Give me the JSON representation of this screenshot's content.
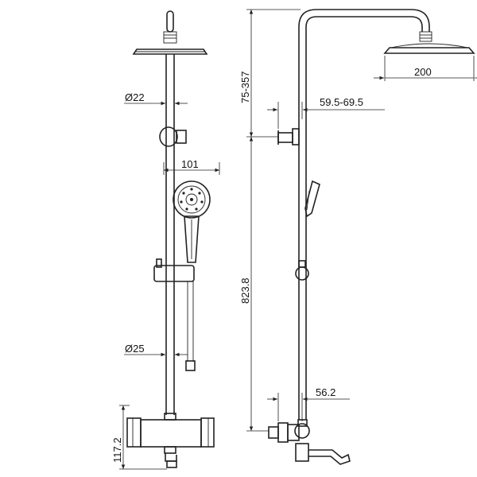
{
  "front_view": {
    "rail_diameter": "Ø22",
    "handset_width": "101",
    "lower_rail_diameter": "Ø25",
    "mixer_height": "117.2"
  },
  "side_view": {
    "arm_range": "75-357",
    "wall_offset": "59.5-69.5",
    "head_diameter": "200",
    "column_height": "823.8",
    "outlet_offset": "56.2"
  }
}
